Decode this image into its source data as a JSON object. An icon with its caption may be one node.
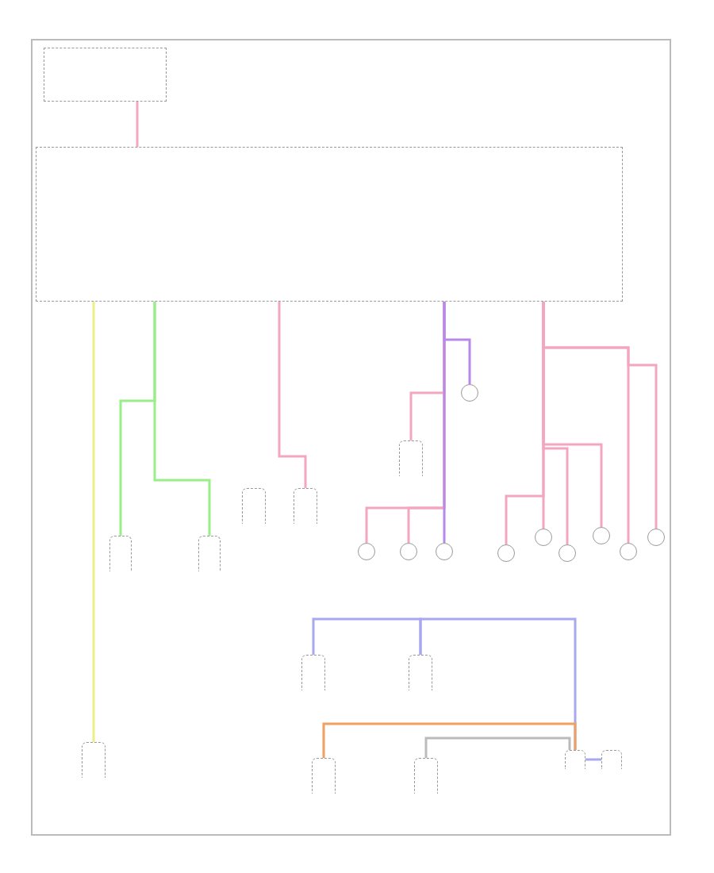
{
  "diagram": {
    "nodes": [
      {
        "text": [],
        "shape": "box"
      },
      {
        "text": [],
        "shape": "box"
      },
      {
        "text": [],
        "shape": "box"
      },
      {
        "text": [],
        "shape": "box"
      },
      {
        "text": [],
        "shape": "box"
      },
      {
        "text": [],
        "shape": "box"
      },
      {
        "text": [],
        "shape": "box"
      },
      {
        "text": [],
        "shape": "box"
      },
      {
        "text": [],
        "shape": "box"
      },
      {
        "text": [],
        "shape": "box"
      },
      {
        "text": [],
        "shape": "box"
      },
      {
        "text": [],
        "shape": "box"
      },
      {
        "text": [],
        "shape": "circle"
      },
      {
        "text": [],
        "shape": "circle"
      },
      {
        "text": [],
        "shape": "circle"
      },
      {
        "text": [],
        "shape": "circle"
      },
      {
        "text": [],
        "shape": "circle"
      },
      {
        "text": [],
        "shape": "circle"
      },
      {
        "text": [],
        "shape": "circle"
      },
      {
        "text": [],
        "shape": "circle"
      },
      {
        "text": [],
        "shape": "circle"
      },
      {
        "text": [],
        "shape": "circle"
      },
      {
        "text": [],
        "shape": "box"
      },
      {
        "text": [],
        "shape": "box"
      }
    ],
    "edges": [
      {
        "from": 0,
        "to": 1,
        "arrow": "none"
      },
      {
        "from": 1,
        "to": 7,
        "arrow": "none",
        "color": "#eeee88"
      },
      {
        "from": 1,
        "to": 2,
        "arrow": "none",
        "color": "#99ee88"
      },
      {
        "from": 1,
        "to": 3,
        "arrow": "none",
        "color": "#99ee88"
      },
      {
        "from": 1,
        "to": 5,
        "arrow": "none"
      },
      {
        "from": 1,
        "to": 6,
        "arrow": "none"
      },
      {
        "from": 1,
        "to": 13,
        "arrow": "none"
      },
      {
        "from": 1,
        "to": 14,
        "arrow": "none"
      },
      {
        "from": 1,
        "to": 15,
        "arrow": "none",
        "color": "#b88ae8"
      },
      {
        "from": 1,
        "to": 12,
        "arrow": "none",
        "color": "#b88ae8"
      },
      {
        "from": 1,
        "to": 16,
        "arrow": "none"
      },
      {
        "from": 1,
        "to": 17,
        "arrow": "none"
      },
      {
        "from": 1,
        "to": 18,
        "arrow": "none"
      },
      {
        "from": 1,
        "to": 19,
        "arrow": "none"
      },
      {
        "from": 1,
        "to": 20,
        "arrow": "none"
      },
      {
        "from": 1,
        "to": 21,
        "arrow": "none"
      },
      {
        "from": 8,
        "to": 9,
        "arrow": "none",
        "color": "#a8a8f0"
      },
      {
        "from": 9,
        "to": 22,
        "arrow": "none",
        "color": "#a8a8f0"
      },
      {
        "from": 22,
        "to": 10,
        "arrow": "none",
        "color": "#f0a060"
      },
      {
        "from": 22,
        "to": 11,
        "arrow": "none",
        "color": "#bbbbbb"
      },
      {
        "from": 22,
        "to": 23,
        "arrow": "none",
        "color": "#a8a8f0"
      }
    ]
  }
}
